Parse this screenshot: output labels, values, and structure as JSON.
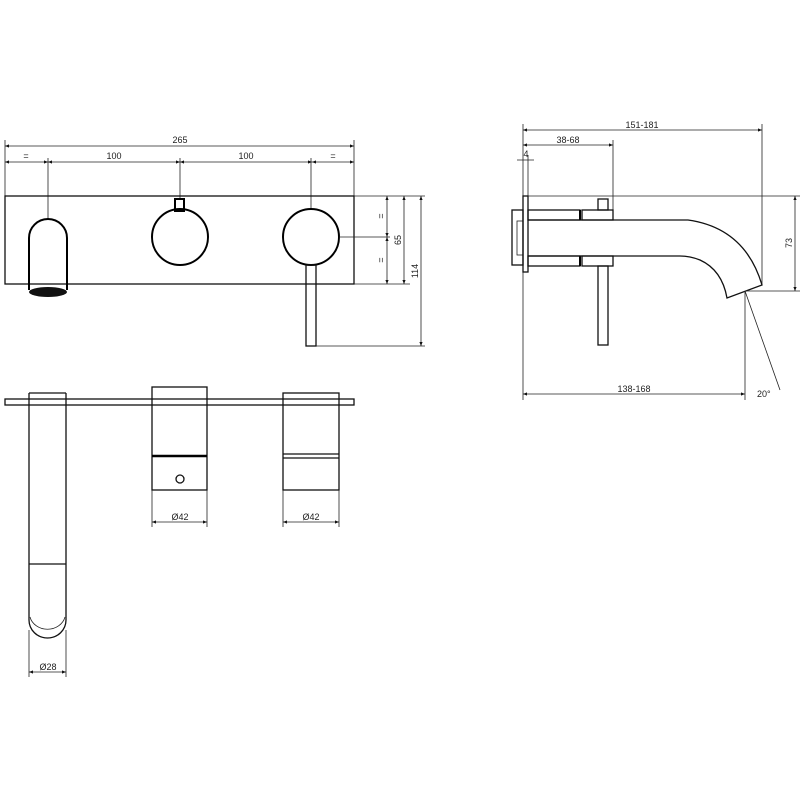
{
  "front_view": {
    "overall_width": "265",
    "equal_left": "=",
    "spacing_1": "100",
    "spacing_2": "100",
    "equal_right": "=",
    "equal_top": "=",
    "equal_bottom": "=",
    "plate_height": "65",
    "total_height": "114"
  },
  "side_view": {
    "overall_depth": "151-181",
    "body_depth": "38-68",
    "plate_thickness": "4",
    "spout_height": "73",
    "spout_reach": "138-168",
    "outlet_angle": "20°"
  },
  "bottom_view": {
    "spout_diameter": "Ø28",
    "mixer_diameter": "Ø42",
    "diverter_diameter": "Ø42"
  }
}
